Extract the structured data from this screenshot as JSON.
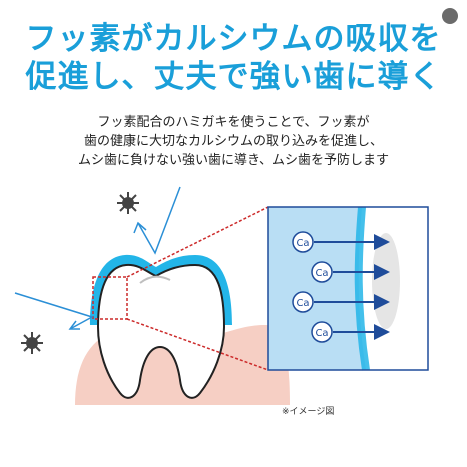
{
  "headline": {
    "line1": "フッ素がカルシウムの吸収を",
    "line2": "促進し、丈夫で強い歯に導く"
  },
  "description": {
    "line1": "フッ素配合のハミガキを使うことで、フッ素が",
    "line2": "歯の健康に大切なカルシウムの取り込みを促進し、",
    "line3": "ムシ歯に負けない強い歯に導き、ムシ歯を予防します"
  },
  "diagram": {
    "ion_label": "Ca",
    "enamel_color": "#23b5e8",
    "gum_color": "#f6cfc4",
    "callout_color": "#cc2a2a",
    "arrow_color": "#1f4c9a",
    "zoom_bg": "#cde6f5"
  },
  "caption": "※イメージ図"
}
